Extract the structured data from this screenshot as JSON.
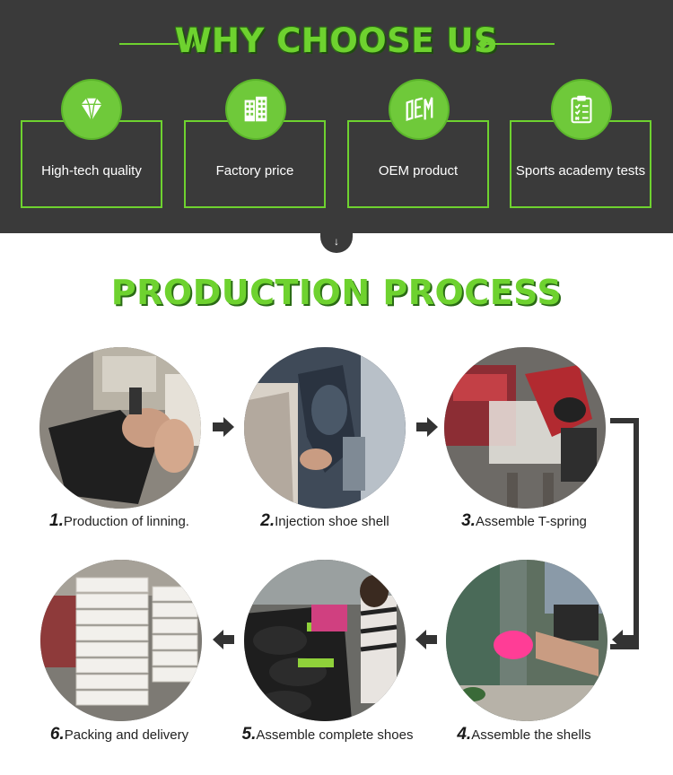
{
  "why": {
    "title": "WHY CHOOSE US",
    "features": [
      {
        "label": "High-tech quality",
        "icon": "diamond-icon"
      },
      {
        "label": "Factory price",
        "icon": "building-icon"
      },
      {
        "label": "OEM product",
        "icon": "oem-icon"
      },
      {
        "label": "Sports academy tests",
        "icon": "clipboard-check-icon"
      }
    ],
    "down_arrow": "↓"
  },
  "process": {
    "title": "PRODUCTION PROCESS",
    "steps": [
      {
        "num": "1.",
        "label": "Production of linning."
      },
      {
        "num": "2.",
        "label": "Injection shoe shell"
      },
      {
        "num": "3.",
        "label": "Assemble T-spring"
      },
      {
        "num": "4.",
        "label": "Assemble the shells"
      },
      {
        "num": "5.",
        "label": "Assemble complete shoes"
      },
      {
        "num": "6.",
        "label": "Packing and delivery"
      }
    ]
  },
  "colors": {
    "accent": "#6ed22f",
    "dark": "#3a3a3a",
    "text": "#222222"
  }
}
